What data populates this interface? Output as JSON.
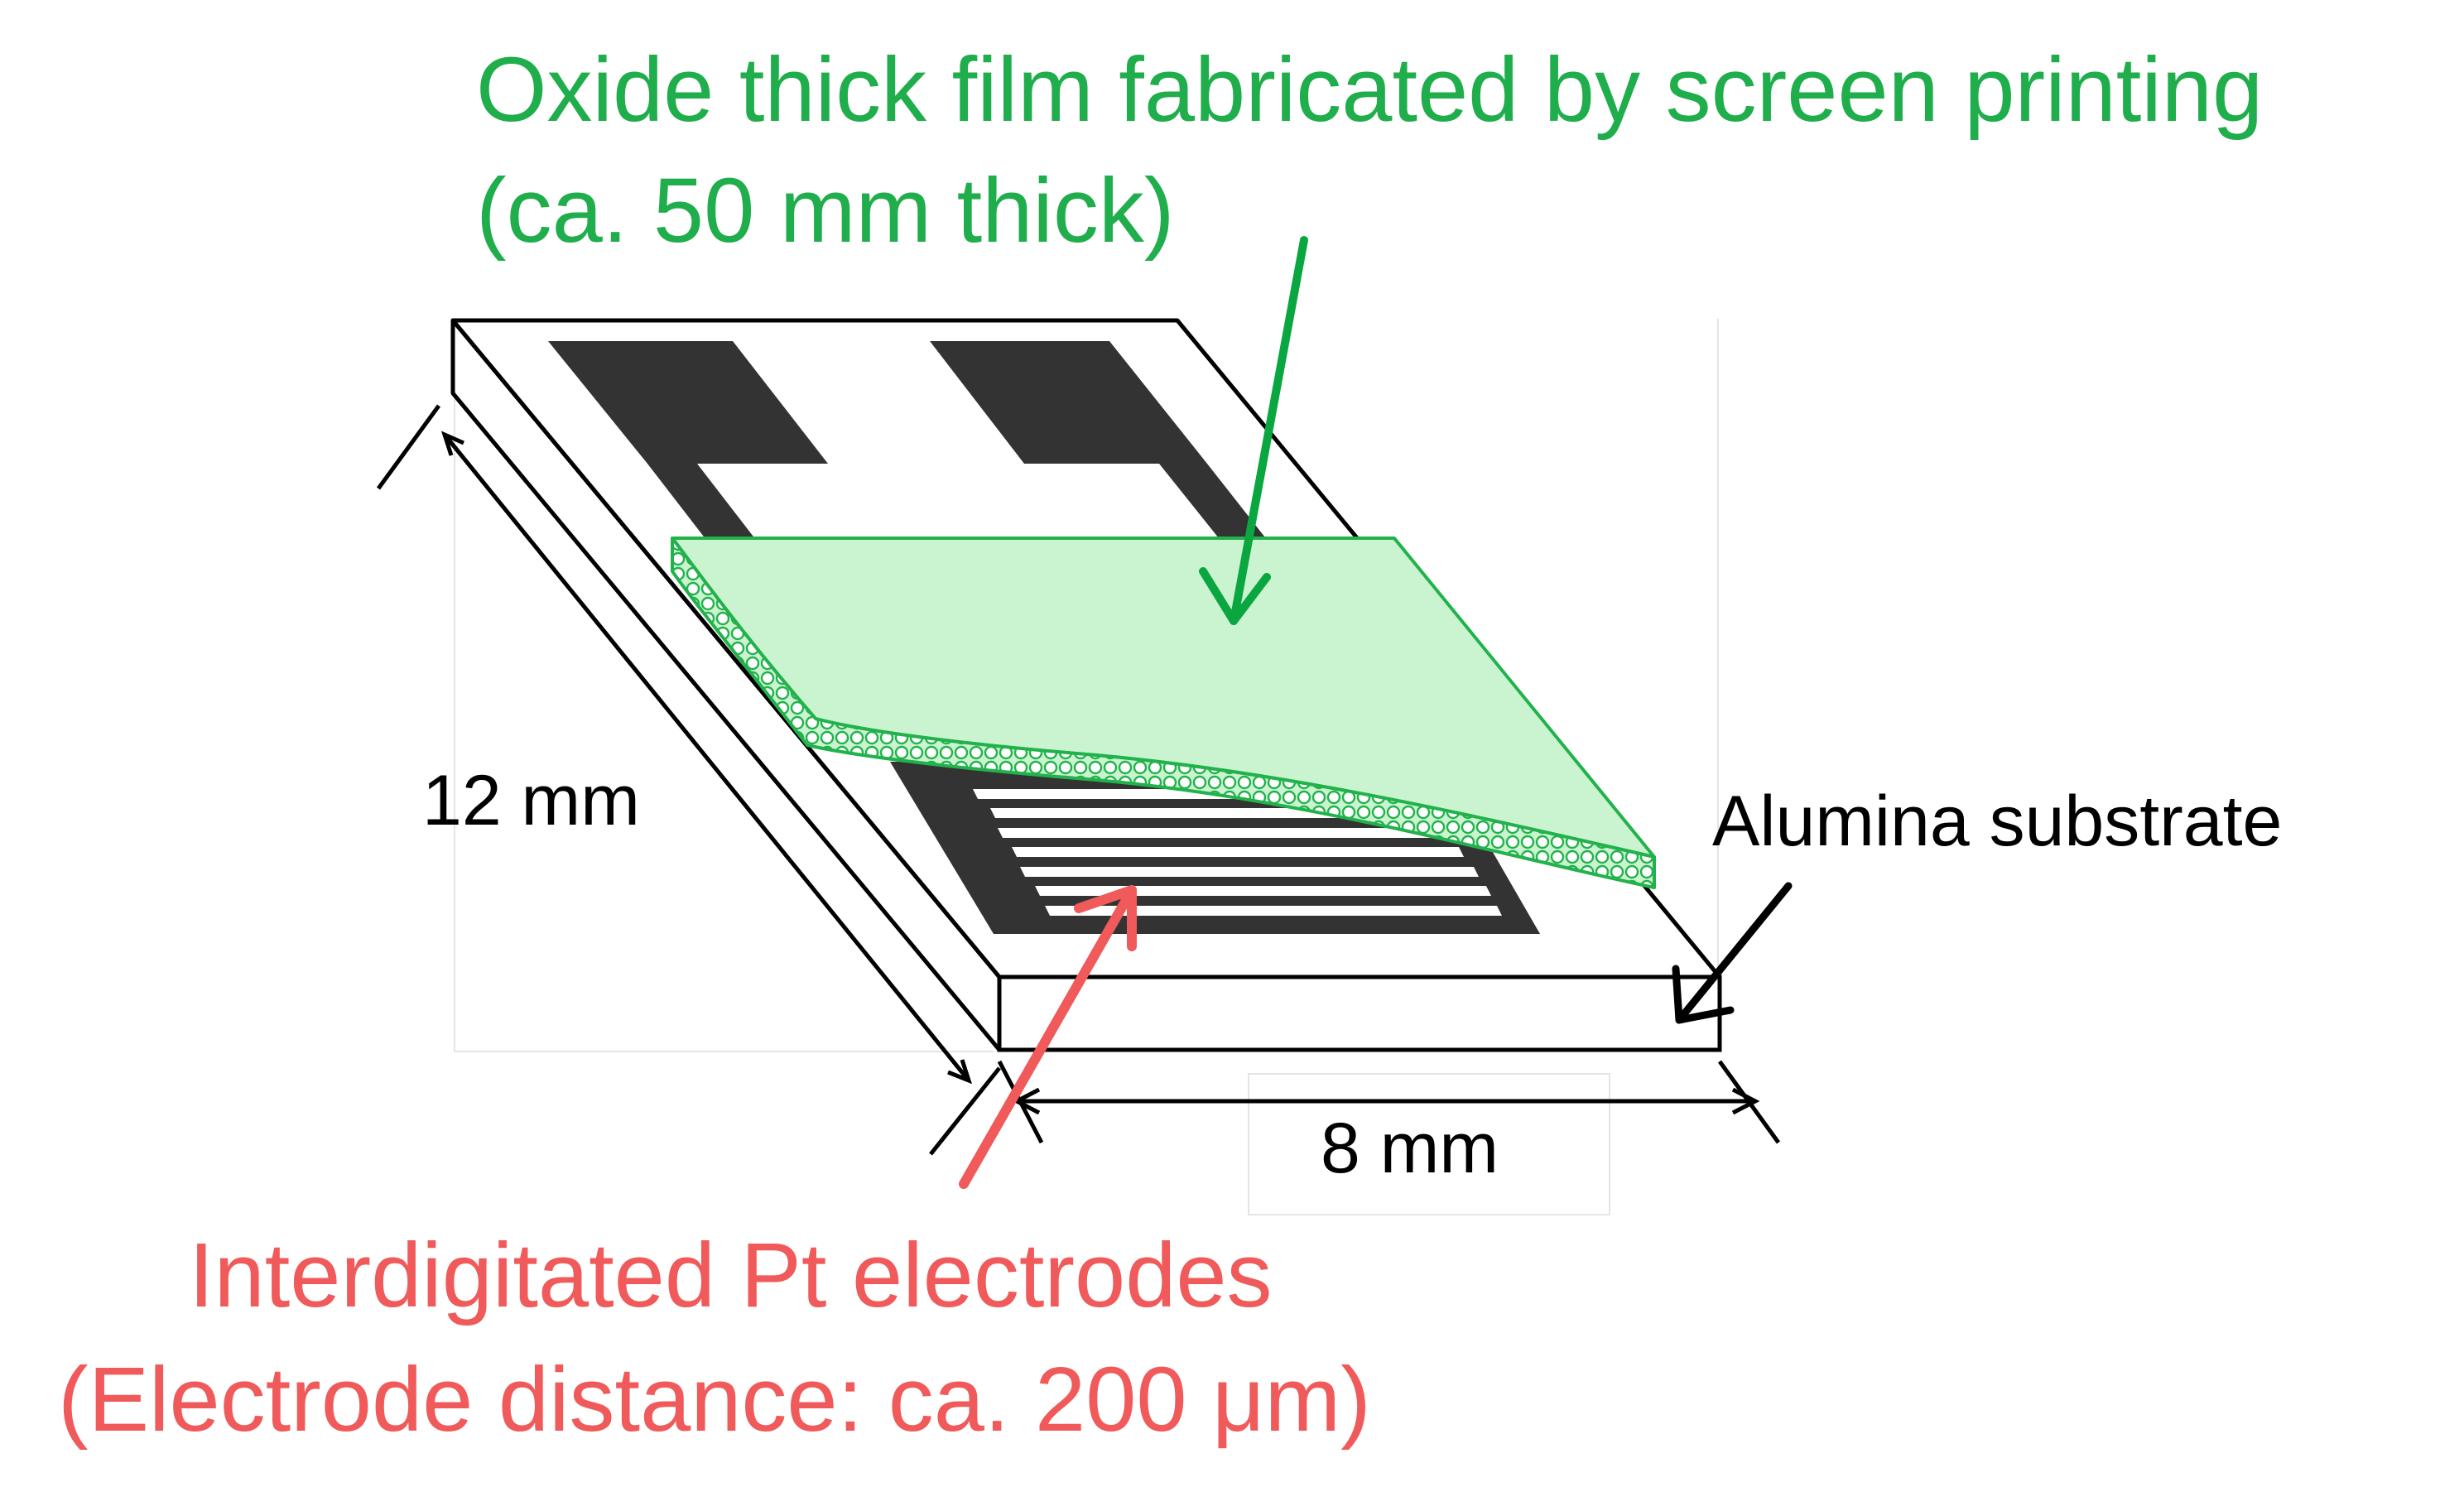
{
  "labels": {
    "oxide_film_line1": "Oxide thick film fabricated by screen printing",
    "oxide_film_line2": "(ca. 50 mm thick)",
    "electrodes_line1": "Interdigitated Pt electrodes",
    "electrodes_line2": "(Electrode distance: ca. 200 μm)",
    "substrate": "Alumina substrate",
    "length_dimension": "12 mm",
    "width_dimension": "8 mm"
  },
  "colors": {
    "film_label": "#1fae4b",
    "electrode_label": "#f05a5a",
    "film_fill": "#c9f4cf",
    "film_stroke": "#22b24c",
    "electrode_pad": "#333333"
  }
}
